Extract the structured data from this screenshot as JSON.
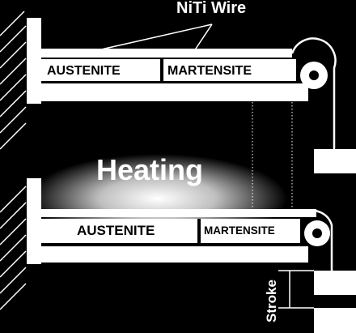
{
  "labels": {
    "wire": "NiTi Wire",
    "heating": "Heating",
    "stroke": "Stroke",
    "top_austenite": "AUSTENITE",
    "top_martensite": "MARTENSITE",
    "bottom_austenite": "AUSTENITE",
    "bottom_martensite": "MARTENSITE"
  },
  "colors": {
    "background": "#000000",
    "structure": "#ffffff",
    "hatch": "#ffffff",
    "glow": "#ffffff"
  }
}
